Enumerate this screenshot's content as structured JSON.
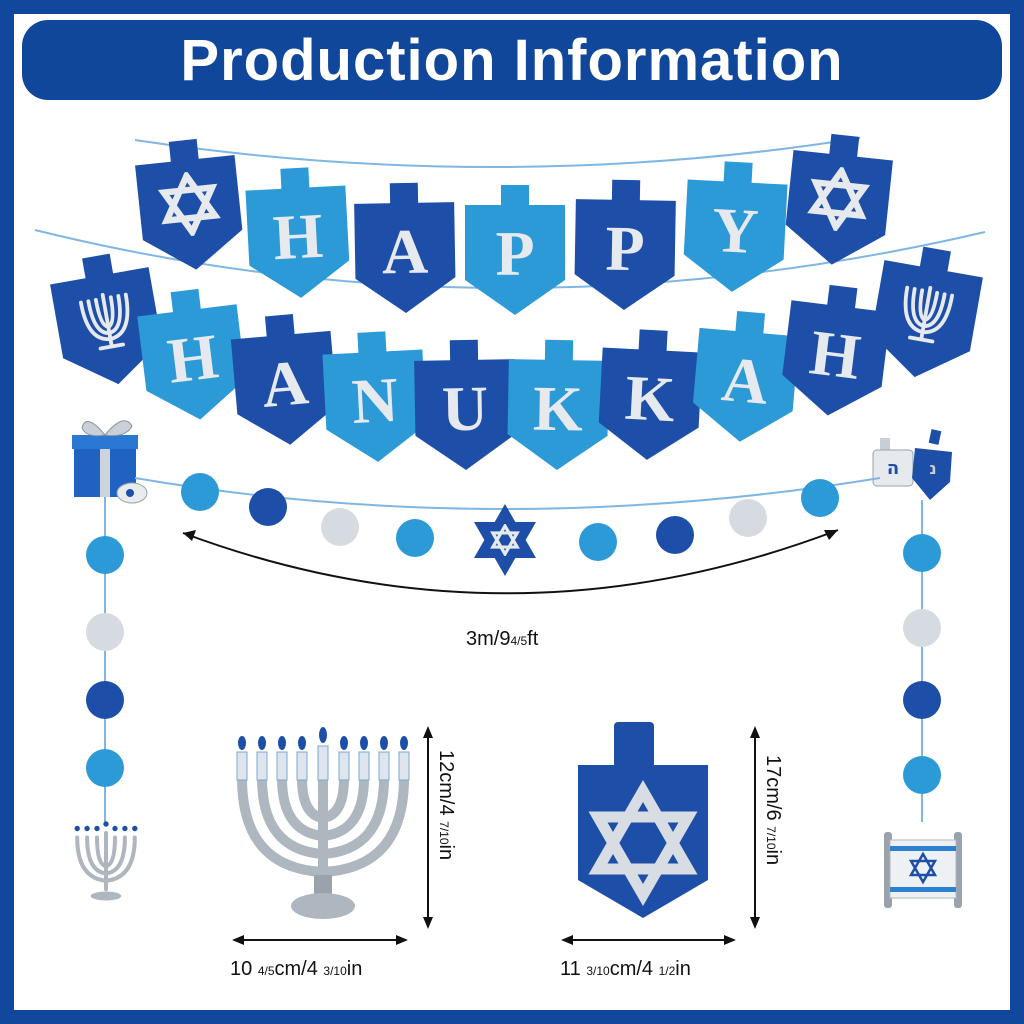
{
  "header": {
    "title": "Production Information"
  },
  "banner": {
    "row1_letters": [
      "H",
      "A",
      "P",
      "P",
      "Y"
    ],
    "row2_letters": [
      "H",
      "A",
      "N",
      "U",
      "K",
      "K",
      "A",
      "H"
    ]
  },
  "dimensions": {
    "garland_length": "3m/9",
    "garland_length_frac": "4/5",
    "garland_length_unit": "ft",
    "menorah_height": "12cm/4 ",
    "menorah_height_frac": "7/10",
    "menorah_height_unit": "in",
    "menorah_width": "10 ",
    "menorah_width_frac1": "4/5",
    "menorah_width_mid": "cm/4 ",
    "menorah_width_frac2": "3/10",
    "menorah_width_unit": "in",
    "dreidel_height": "17cm/6 ",
    "dreidel_height_frac": "7/10",
    "dreidel_height_unit": "in",
    "dreidel_width": "11 ",
    "dreidel_width_frac1": "3/10",
    "dreidel_width_mid": "cm/4 ",
    "dreidel_width_frac2": "1/2",
    "dreidel_width_unit": "in"
  },
  "colors": {
    "brand_blue": "#11479a",
    "dark_blue": "#1e4fa8",
    "light_blue": "#2d9ad8",
    "silver": "#d8dde3"
  }
}
